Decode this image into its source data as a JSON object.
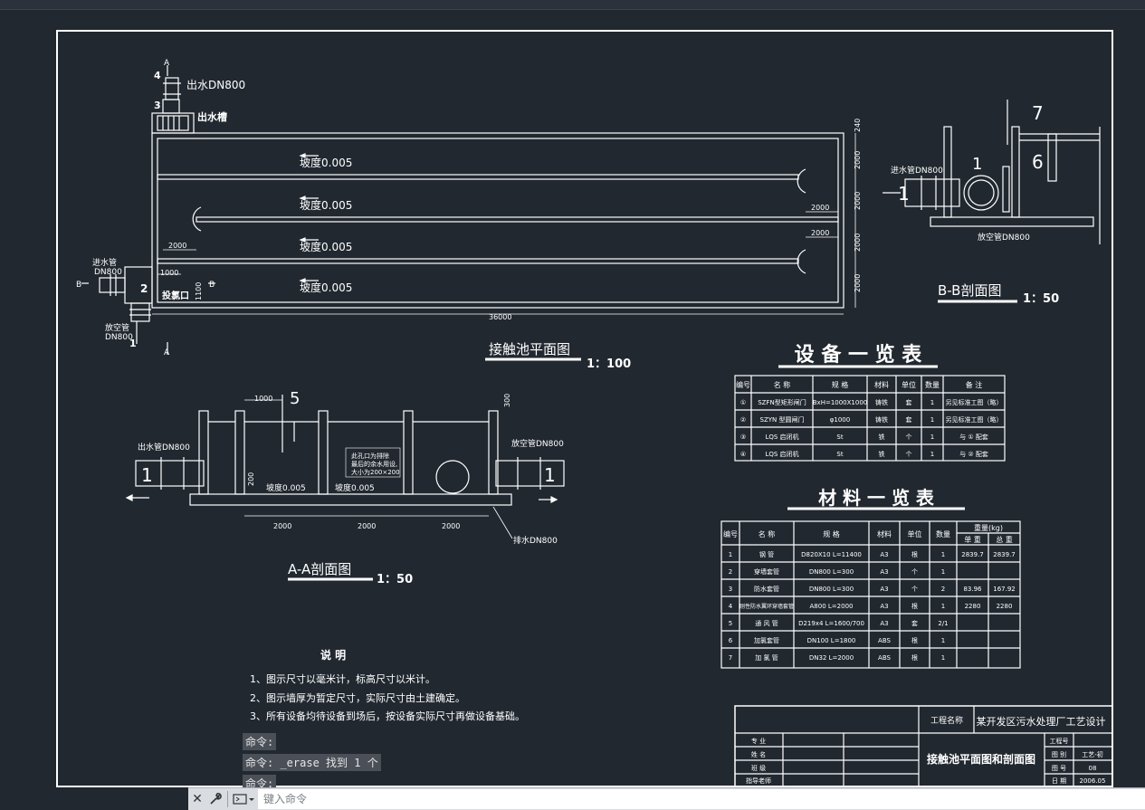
{
  "plan": {
    "outlet_label": "出水DN800",
    "outlet_well_label": "出水槽",
    "slope_label": "坡度0.005",
    "inlet_label_1": "进水管",
    "inlet_label_2": "DN800",
    "drain_label_1": "放空管",
    "drain_label_2": "DN800",
    "dosing_label": "投氯口",
    "dim_36000": "36000",
    "dim_2000": "2000",
    "dim_1000": "1000",
    "dim_1100": "1100",
    "dim_240": "240",
    "mark_a": "A",
    "mark_b": "B",
    "num_1": "1",
    "num_2": "2",
    "num_3": "3",
    "num_4": "4",
    "title": "接触池平面图",
    "scale": "1：100"
  },
  "section_bb": {
    "inlet_label": "进水管DN800",
    "drain_label": "放空管DN800",
    "num_1": "1",
    "num_6": "6",
    "num_7": "7",
    "circle_1": "1",
    "title": "B-B剖面图",
    "scale": "1：50"
  },
  "section_aa": {
    "outlet_label": "出水管DN800",
    "drain_label": "放空管DN800",
    "drain2_label": "排水DN800",
    "slope_label": "坡度0.005",
    "note_line_1": "此孔口为排除",
    "note_line_2": "最后的余水用设,",
    "note_line_3": "大小为200×200",
    "dim_1000": "1000",
    "dim_2000": "2000",
    "dim_300": "300",
    "dim_200": "200",
    "num_1": "1",
    "num_5": "5",
    "title": "A-A剖面图",
    "scale": "1：50"
  },
  "equipment_table": {
    "title": "设 备 一 览 表",
    "headers": [
      "编号",
      "名 称",
      "规 格",
      "材料",
      "单位",
      "数量",
      "备 注"
    ],
    "rows": [
      [
        "①",
        "SZFN型矩形闸门",
        "BxH=1000X1000",
        "铸铁",
        "套",
        "1",
        "另见标准工图（略）"
      ],
      [
        "②",
        "SZYN 型圆闸门",
        "φ1000",
        "铸铁",
        "套",
        "1",
        "另见标准工图（略）"
      ],
      [
        "③",
        "LQS 启闭机",
        "St",
        "铁",
        "个",
        "1",
        "与 ① 配套"
      ],
      [
        "④",
        "LQS 启闭机",
        "St",
        "铁",
        "个",
        "1",
        "与 ② 配套"
      ]
    ]
  },
  "materials_table": {
    "title": "材 料 一 览 表",
    "headers": [
      "编号",
      "名 称",
      "规 格",
      "材料",
      "单位",
      "数量"
    ],
    "weight_header": "重量(kg)",
    "weight_subheaders": [
      "单 重",
      "总 重"
    ],
    "rows": [
      [
        "1",
        "钢 管",
        "D820X10 L=11400",
        "A3",
        "根",
        "1",
        "2839.7",
        "2839.7"
      ],
      [
        "2",
        "穿墙套管",
        "DN800 L=300",
        "A3",
        "个",
        "1",
        "",
        ""
      ],
      [
        "3",
        "防水套管",
        "DN800 L=300",
        "A3",
        "个",
        "2",
        "83.96",
        "167.92"
      ],
      [
        "4",
        "刚性防水翼环穿墙套管",
        "A800 L=2000",
        "A3",
        "根",
        "1",
        "2280",
        "2280"
      ],
      [
        "5",
        "通 风 管",
        "D219x4 L=1600/700",
        "A3",
        "套",
        "2/1",
        "",
        ""
      ],
      [
        "6",
        "加氯套管",
        "DN100 L=1800",
        "ABS",
        "根",
        "1",
        "",
        ""
      ],
      [
        "7",
        "加 氯 管",
        "DN32 L=2000",
        "ABS",
        "根",
        "1",
        "",
        ""
      ]
    ]
  },
  "notes": {
    "title": "说    明",
    "items": [
      "1、图示尺寸以毫米计，标高尺寸以米计。",
      "2、图示墙厚为暂定尺寸，实际尺寸由土建确定。",
      "3、所有设备均待设备到场后，按设备实际尺寸再做设备基础。"
    ]
  },
  "title_block": {
    "project_label": "工程名称",
    "project_name": "某开发区污水处理厂工艺设计",
    "drawing_name": "接触池平面图和剖面图",
    "left_labels": [
      "专 业",
      "姓 名",
      "班 级",
      "指导老师"
    ],
    "right_labels": [
      "工程号",
      "图 别",
      "图 号",
      "日 期"
    ],
    "right_values": [
      "",
      "工艺-初",
      "08",
      "2006.05"
    ]
  },
  "command": {
    "history": [
      "命令:",
      "命令: _erase 找到 1 个",
      "命令:"
    ],
    "placeholder": "键入命令"
  },
  "colors": {
    "canvas": "#212830",
    "line": "#ffffff"
  }
}
